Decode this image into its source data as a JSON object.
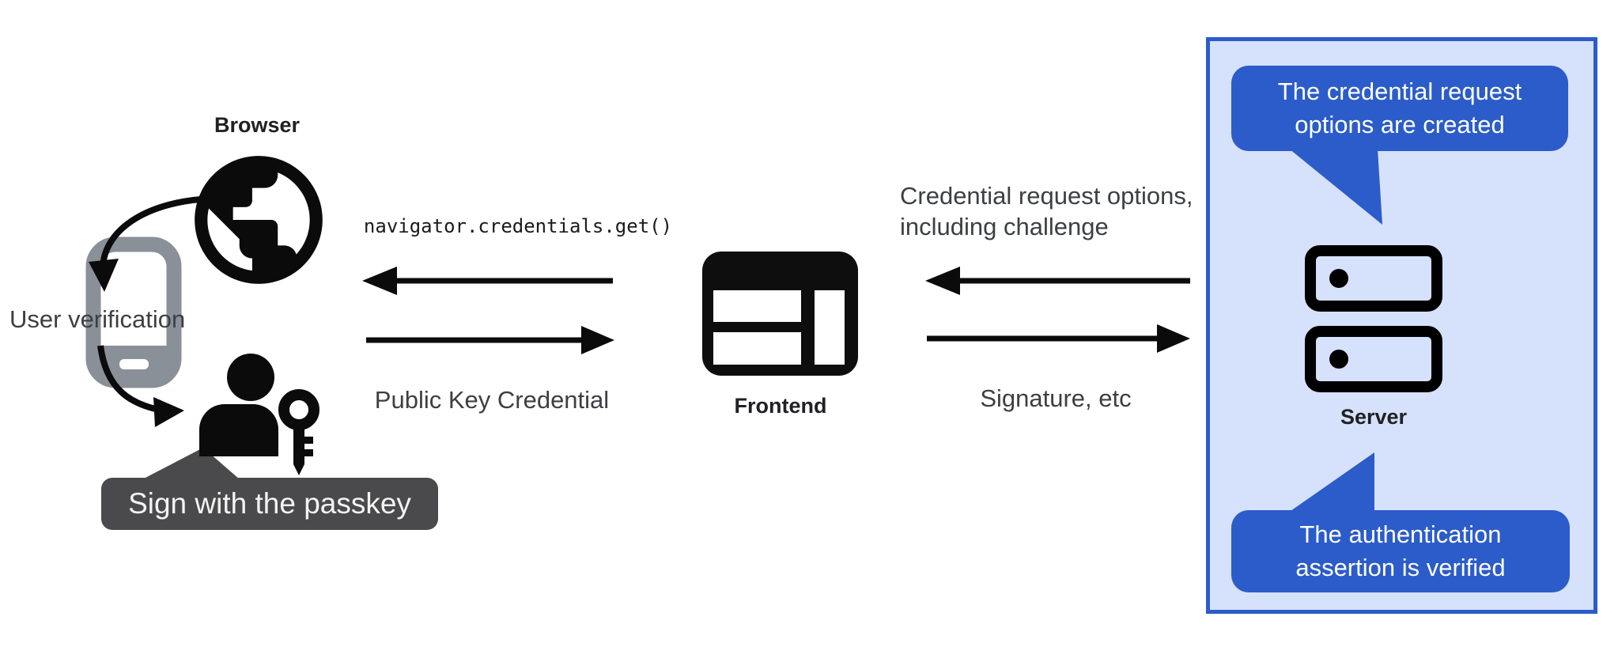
{
  "left": {
    "browser_label": "Browser",
    "user_verification_label": "User verification",
    "passkey_tooltip": "Sign with the passkey"
  },
  "middle": {
    "code_call": "navigator.credentials.get()",
    "down_flow_label": "Public Key Credential",
    "frontend_label": "Frontend"
  },
  "right_flow": {
    "request_line1": "Credential request options,",
    "request_line2": "including challenge",
    "response_label": "Signature, etc"
  },
  "server_panel": {
    "server_label": "Server",
    "top_bubble_line1": "The credential request",
    "top_bubble_line2": "options are created",
    "bottom_bubble_line1": "The authentication",
    "bottom_bubble_line2": "assertion is verified"
  },
  "icons": {
    "browser": "globe-icon",
    "user_device": "smartphone-icon",
    "user": "person-key-icon",
    "frontend": "browser-window-icon",
    "server": "server-stack-icon"
  },
  "colors": {
    "accent_blue": "#2b5cc9",
    "panel_background": "#d6e1fb",
    "tooltip_gray": "#4a4a4c",
    "phone_gray": "#8a9097",
    "text_dark": "#202124",
    "icon_black": "#0b0b0b"
  }
}
